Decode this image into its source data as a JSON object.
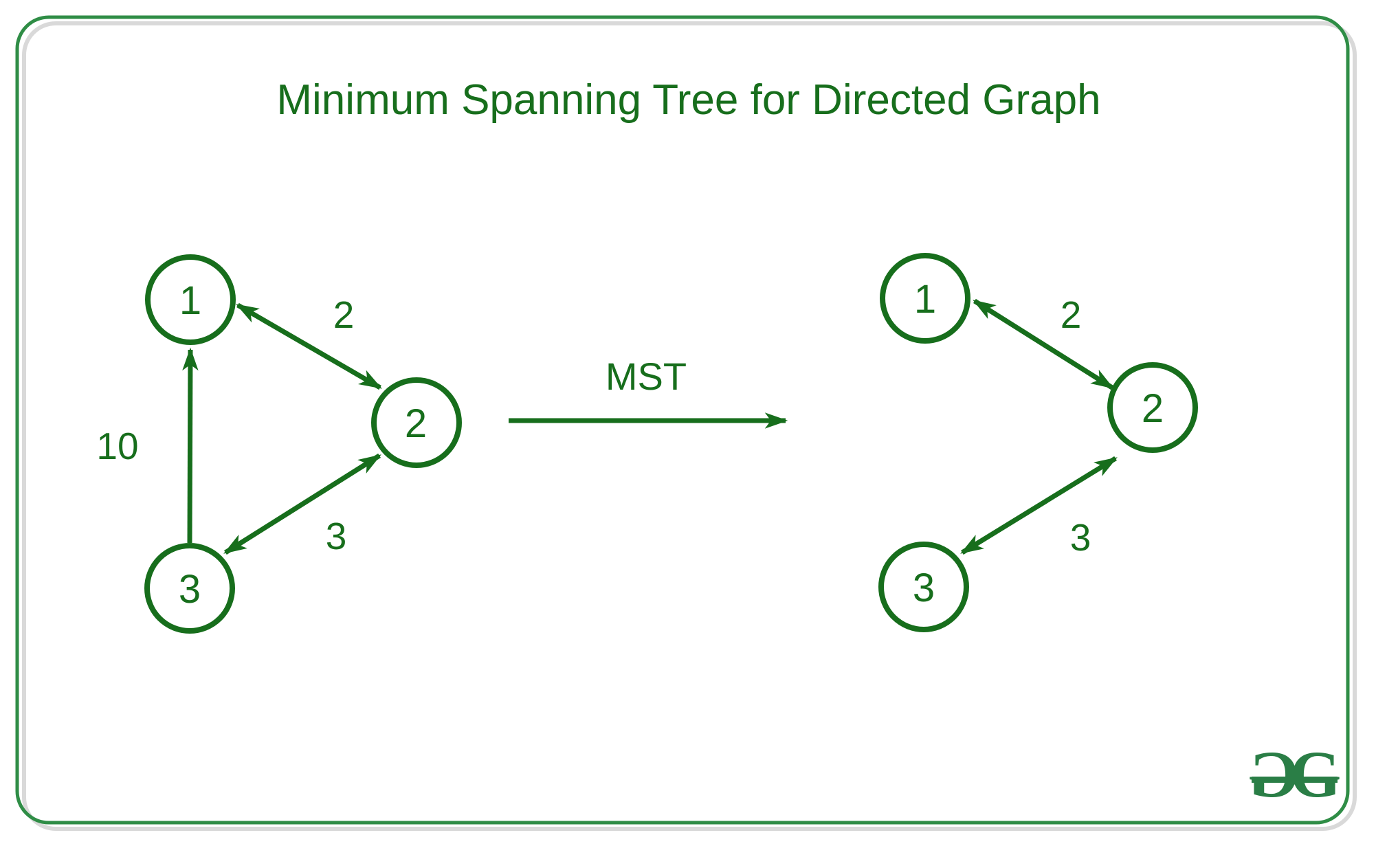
{
  "title": "Minimum Spanning Tree for Directed Graph",
  "transform_arrow": {
    "label": "MST"
  },
  "colors": {
    "diagram_green": "#176e1c",
    "frame_green": "#2f8d46",
    "frame_shadow_gray": "#d9d9d9",
    "logo_green": "#2a7e46",
    "background": "#ffffff"
  },
  "graphs": [
    {
      "nodes": [
        {
          "label": "1"
        },
        {
          "label": "2"
        },
        {
          "label": "3"
        }
      ],
      "edges": [
        {
          "from": "2",
          "to": "1",
          "weight": "2",
          "bidirectional": true
        },
        {
          "from": "3",
          "to": "1",
          "weight": "10",
          "bidirectional": false
        },
        {
          "from": "2",
          "to": "3",
          "weight": "3",
          "bidirectional": true
        }
      ]
    },
    {
      "nodes": [
        {
          "label": "1"
        },
        {
          "label": "2"
        },
        {
          "label": "3"
        }
      ],
      "edges": [
        {
          "from": "2",
          "to": "1",
          "weight": "2",
          "bidirectional": true
        },
        {
          "from": "2",
          "to": "3",
          "weight": "3",
          "bidirectional": true
        }
      ]
    }
  ],
  "logo": {
    "left_letter": "G",
    "right_letter": "G"
  }
}
